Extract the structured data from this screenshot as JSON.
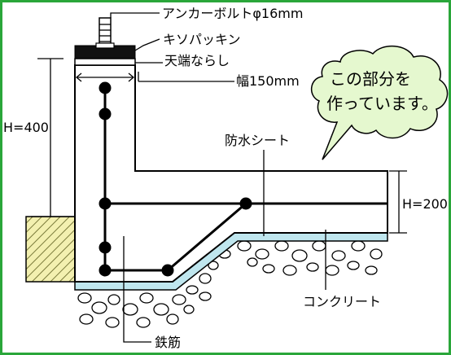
{
  "labels": {
    "anchor_bolt": "アンカーボルトφ16mm",
    "kiso_packing": "キソパッキン",
    "top_leveling": "天端ならし",
    "width": "幅150mm",
    "height_wall": "H=400",
    "height_slab": "H=200",
    "waterproof_sheet": "防水シート",
    "concrete": "コンクリート",
    "rebar": "鉄筋"
  },
  "callout": {
    "line1": "この部分を",
    "line2": "作っています。"
  },
  "colors": {
    "frame_border": "#2aa63a",
    "callout_fill": "#e5f8cf",
    "sheet_fill": "#bfe6ee",
    "earth_fill": "#f3f0b0",
    "earth_hatch": "#7a7a3a",
    "line": "#000000"
  }
}
